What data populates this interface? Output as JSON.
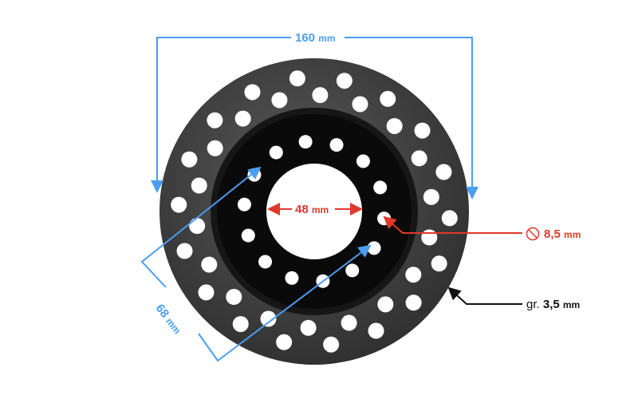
{
  "dimensions": {
    "outer_diameter": {
      "value": "160",
      "unit": "mm"
    },
    "bolt_circle": {
      "value": "68",
      "unit": "mm"
    },
    "center_hole": {
      "value": "48",
      "unit": "mm"
    },
    "hole_diameter": {
      "symbol": "⃠",
      "value": "8,5",
      "unit": "mm"
    },
    "thickness": {
      "prefix": "gr.",
      "value": "3,5",
      "unit": "mm"
    }
  },
  "colors": {
    "blue": "#4a9ef0",
    "red": "#e0392b",
    "black": "#111111",
    "disc": "#3a3a3a",
    "hub": "#0d0d0d"
  }
}
